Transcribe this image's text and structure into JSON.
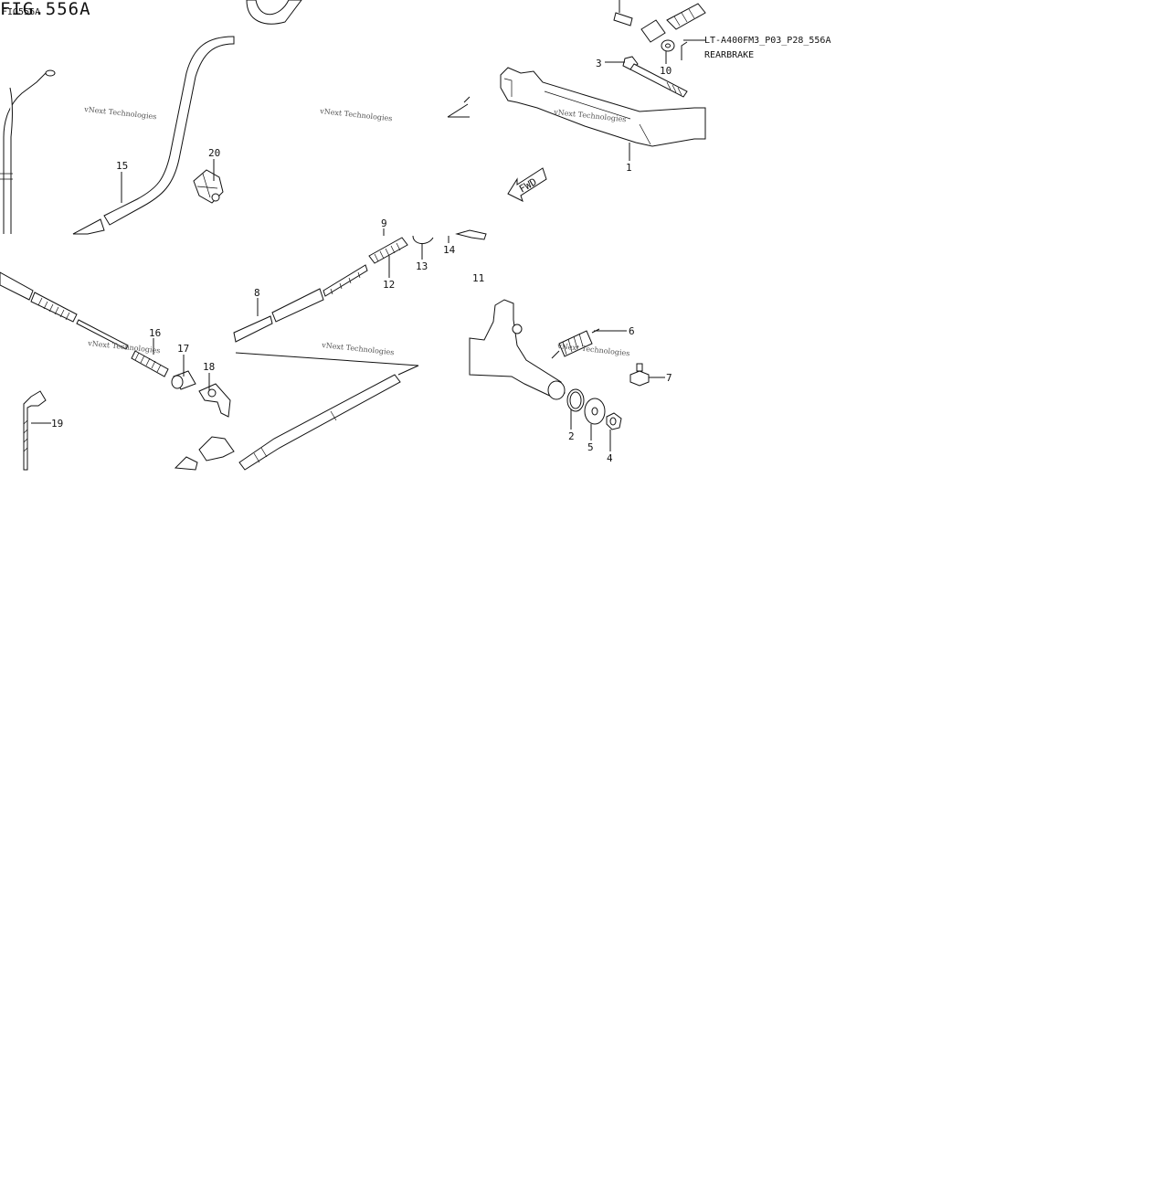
{
  "header": {
    "figure_title": "FIG.556A",
    "figure_code": "FIG556A"
  },
  "reference": {
    "model_code": "LT-A400FM3_P03_P28_556A",
    "section_name": "REARBRAKE"
  },
  "watermark": {
    "text": "vNext Technologies"
  },
  "arrow": {
    "text": "FWD"
  },
  "callouts": [
    {
      "id": "1",
      "text": "1"
    },
    {
      "id": "2",
      "text": "2"
    },
    {
      "id": "3",
      "text": "3"
    },
    {
      "id": "4",
      "text": "4"
    },
    {
      "id": "5",
      "text": "5"
    },
    {
      "id": "6",
      "text": "6"
    },
    {
      "id": "7",
      "text": "7"
    },
    {
      "id": "8",
      "text": "8"
    },
    {
      "id": "9",
      "text": "9"
    },
    {
      "id": "10",
      "text": "10"
    },
    {
      "id": "11",
      "text": "11"
    },
    {
      "id": "12",
      "text": "12"
    },
    {
      "id": "13",
      "text": "13"
    },
    {
      "id": "14",
      "text": "14"
    },
    {
      "id": "15",
      "text": "15"
    },
    {
      "id": "16",
      "text": "16"
    },
    {
      "id": "17",
      "text": "17"
    },
    {
      "id": "18",
      "text": "18"
    },
    {
      "id": "19",
      "text": "19"
    },
    {
      "id": "20",
      "text": "20"
    }
  ]
}
